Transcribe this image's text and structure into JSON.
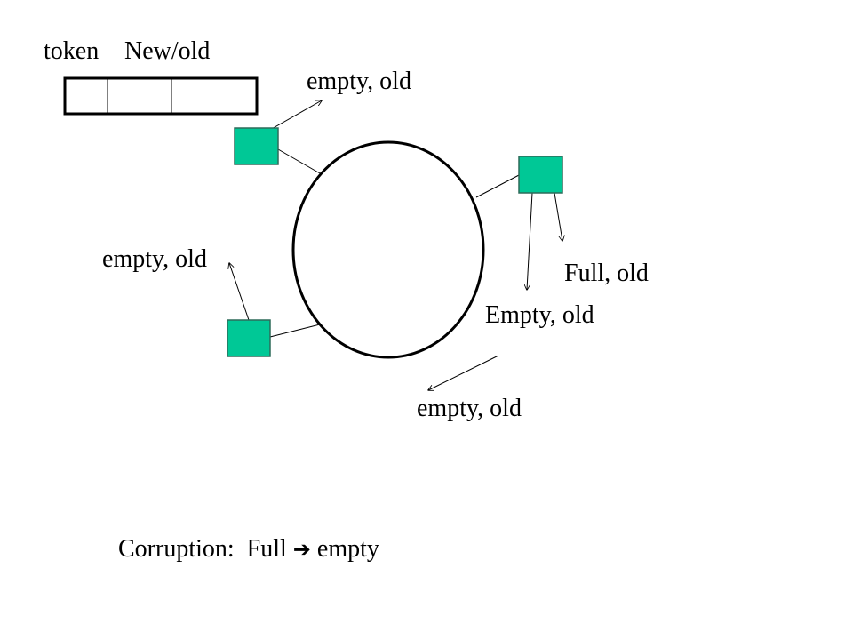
{
  "colors": {
    "node_fill": "#00C896",
    "node_stroke": "#2E6B5A",
    "ring_stroke": "#000000",
    "line": "#000000",
    "background": "#ffffff"
  },
  "header": {
    "token_label": "token",
    "newold_label": "New/old"
  },
  "labels": {
    "top_right_node": "empty, old",
    "left_node": "empty, old",
    "right_full": "Full, old",
    "right_empty": "Empty, old",
    "bottom": "empty, old"
  },
  "footer": {
    "prefix": "Corruption:  Full ",
    "arrow_icon": "right-arrow-icon",
    "arrow_glyph": "➔",
    "suffix": " empty"
  }
}
